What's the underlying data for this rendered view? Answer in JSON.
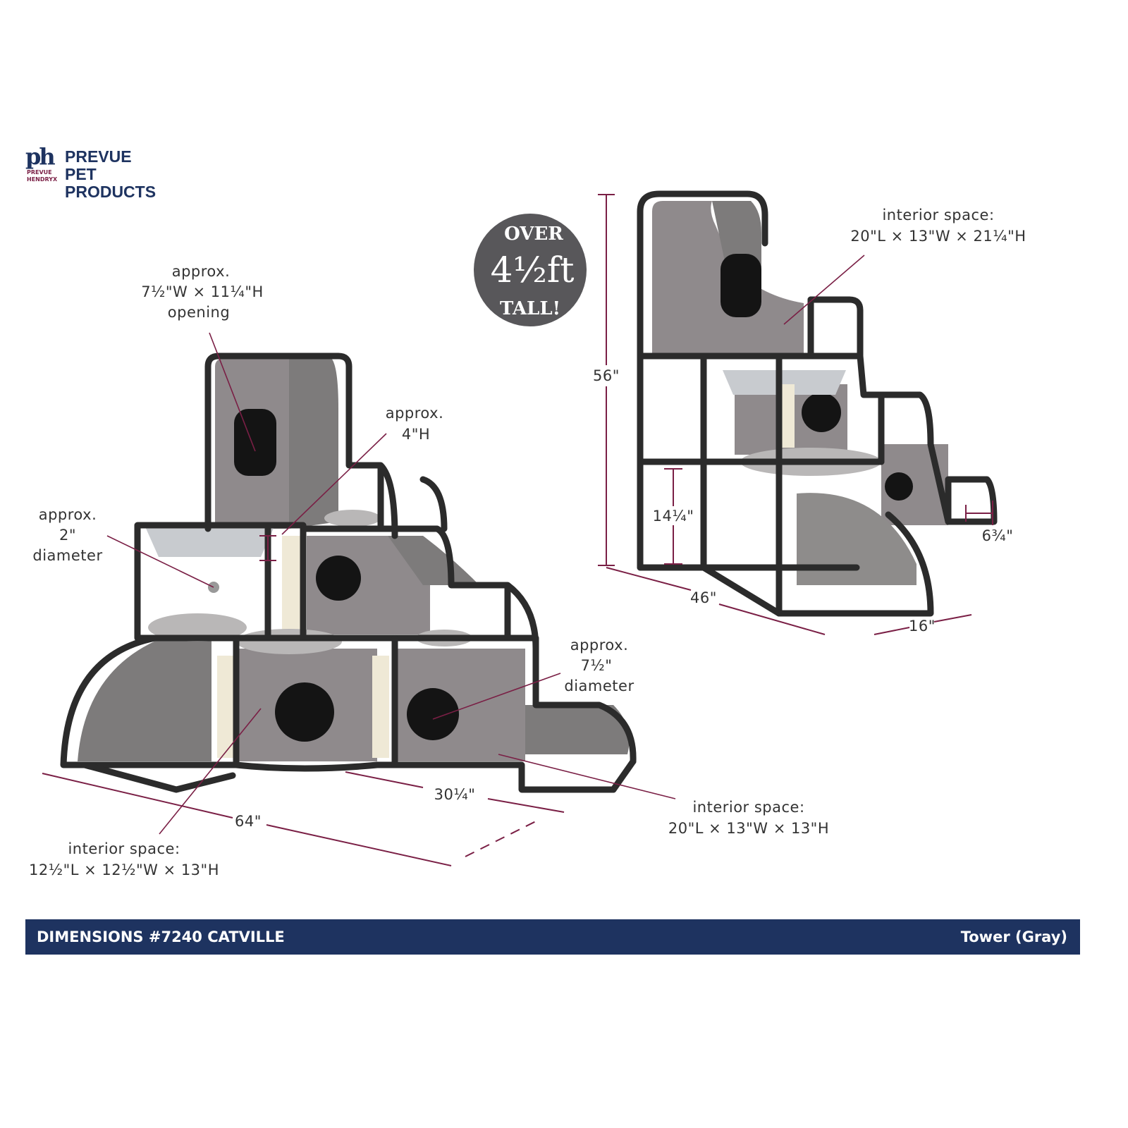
{
  "brand": {
    "logo_mark": "ph",
    "logo_sub1": "PREVUE",
    "logo_sub2": "HENDRYX",
    "name_line1": "PREVUE PET",
    "name_line2": "PRODUCTS"
  },
  "badge": {
    "line1": "OVER",
    "line2": "4½ft",
    "line3": "TALL!",
    "color": "#58575a"
  },
  "left_view": {
    "opening": [
      "approx.",
      "7½\"W × 11¼\"H",
      "opening"
    ],
    "height_4": [
      "approx.",
      "4\"H"
    ],
    "ball": [
      "approx.",
      "2\"",
      "diameter"
    ],
    "hole": [
      "approx.",
      "7½\"",
      "diameter"
    ],
    "interior_small": [
      "interior space:",
      "12½\"L × 12½\"W × 13\"H"
    ],
    "interior_mid": [
      "interior space:",
      "20\"L × 13\"W × 13\"H"
    ],
    "width": "64\"",
    "depth": "30¼\""
  },
  "right_view": {
    "interior_top": [
      "interior space:",
      "20\"L × 13\"W × 21¼\"H"
    ],
    "height": "56\"",
    "level_height": "14¼\"",
    "step": "6¾\"",
    "length": "46\"",
    "depth": "16\""
  },
  "footer": {
    "title": "DIMENSIONS #7240 CATVILLE",
    "variant": "Tower (Gray)",
    "color": "#1e3360"
  },
  "colors": {
    "dimension_line": "#7a1f45",
    "frame": "#2b2b2b"
  }
}
